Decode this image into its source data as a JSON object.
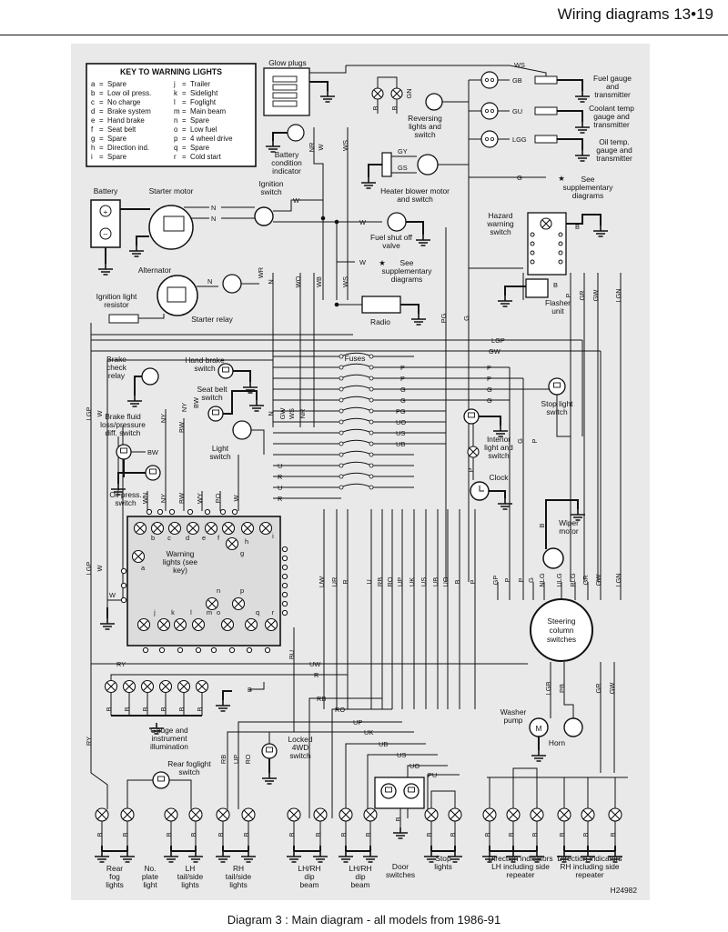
{
  "header": {
    "title": "Wiring diagrams",
    "page": "13•19"
  },
  "caption": "Diagram 3 : Main diagram - all models from 1986-91",
  "ref_code": "H24982",
  "key": {
    "title": "KEY TO WARNING LIGHTS",
    "left": [
      {
        "k": "a",
        "v": "Spare"
      },
      {
        "k": "b",
        "v": "Low oil press."
      },
      {
        "k": "c",
        "v": "No charge"
      },
      {
        "k": "d",
        "v": "Brake system"
      },
      {
        "k": "e",
        "v": "Hand brake"
      },
      {
        "k": "f",
        "v": "Seat belt"
      },
      {
        "k": "g",
        "v": "Spare"
      },
      {
        "k": "h",
        "v": "Direction ind."
      },
      {
        "k": "i",
        "v": "Spare"
      }
    ],
    "right": [
      {
        "k": "j",
        "v": "Trailer"
      },
      {
        "k": "k",
        "v": "Sidelight"
      },
      {
        "k": "l",
        "v": "Foglight"
      },
      {
        "k": "m",
        "v": "Main beam"
      },
      {
        "k": "n",
        "v": "Spare"
      },
      {
        "k": "o",
        "v": "Low fuel"
      },
      {
        "k": "p",
        "v": "4 wheel drive"
      },
      {
        "k": "q",
        "v": "Spare"
      },
      {
        "k": "r",
        "v": "Cold start"
      }
    ]
  },
  "components": {
    "glow_plugs": [
      "Glow plugs"
    ],
    "battery_cond": [
      "Battery",
      "condition",
      "indicator"
    ],
    "battery": [
      "Battery"
    ],
    "starter_motor": [
      "Starter motor"
    ],
    "ignition_switch": [
      "Ignition",
      "switch"
    ],
    "alternator": [
      "Alternator"
    ],
    "ign_resistor": [
      "Ignition light",
      "resistor"
    ],
    "starter_relay": [
      "Starter relay"
    ],
    "brake_relay": [
      "Brake",
      "check",
      "relay"
    ],
    "hand_brake": [
      "Hand brake",
      "switch"
    ],
    "seat_belt": [
      "Seat belt",
      "switch"
    ],
    "brake_fluid": [
      "Brake fluid",
      "loss/pressure",
      "diff. switch"
    ],
    "light_switch": [
      "Light",
      "switch"
    ],
    "oil_press": [
      "Oil press.",
      "switch"
    ],
    "warning_lights": [
      "Warning",
      "lights (see",
      "key)"
    ],
    "reversing": [
      "Reversing",
      "lights and",
      "switch"
    ],
    "heater_blower": [
      "Heater blower motor",
      "and switch"
    ],
    "fuel_shutoff": [
      "Fuel shut off",
      "valve"
    ],
    "see_supp": [
      "See",
      "supplementary",
      "diagrams"
    ],
    "radio": [
      "Radio"
    ],
    "fuses": [
      "Fuses"
    ],
    "fuel_gauge": [
      "Fuel gauge",
      "and",
      "transmitter"
    ],
    "coolant_gauge": [
      "Coolant temp",
      "gauge and",
      "transmitter"
    ],
    "oil_temp": [
      "Oil temp.",
      "gauge and",
      "transmitter"
    ],
    "hazard": [
      "Hazard",
      "warning",
      "switch"
    ],
    "flasher": [
      "Flasher",
      "unit"
    ],
    "stop_light_sw": [
      "Stop light",
      "switch"
    ],
    "interior": [
      "Interior",
      "light and",
      "switch"
    ],
    "clock": [
      "Clock"
    ],
    "wiper": [
      "Wiper",
      "motor"
    ],
    "steering": [
      "Steering",
      "column",
      "switches"
    ],
    "washer": [
      "Washer",
      "pump"
    ],
    "horn": [
      "Horn"
    ],
    "gauge_illum": [
      "Gauge and",
      "instrument",
      "illumination"
    ],
    "locked_4wd": [
      "Locked",
      "4WD",
      "switch"
    ],
    "rear_fog_sw": [
      "Rear foglight",
      "switch"
    ],
    "rear_fog": [
      "Rear",
      "fog",
      "lights"
    ],
    "no_plate": [
      "No.",
      "plate",
      "light"
    ],
    "lh_tail": [
      "LH",
      "tail/side",
      "lights"
    ],
    "rh_tail": [
      "RH",
      "tail/side",
      "lights"
    ],
    "lh_dip": [
      "LH/RH",
      "dip",
      "beam"
    ],
    "rh_dip": [
      "LH/RH",
      "dip",
      "beam"
    ],
    "door": [
      "Door",
      "switches"
    ],
    "stop_lights": [
      "Stop",
      "lights"
    ],
    "dir_lh": [
      "Direction indicators",
      "LH including side",
      "repeater"
    ],
    "dir_rh": [
      "Direction indicators",
      "RH including side",
      "repeater"
    ]
  },
  "warning_letters": [
    "a",
    "b",
    "c",
    "d",
    "e",
    "f",
    "g",
    "h",
    "i",
    "j",
    "k",
    "l",
    "m",
    "n",
    "o",
    "p",
    "q",
    "r"
  ],
  "wire_labels": {
    "WS": "WS",
    "GB": "GB",
    "GU": "GU",
    "LGG": "LGG",
    "G": "G",
    "GN": "GN",
    "GY": "GY",
    "GS": "GS",
    "N": "N",
    "NR": "NR",
    "W": "W",
    "WR": "WR",
    "WO": "WO",
    "WB": "WB",
    "LGP": "LGP",
    "GW": "GW",
    "P": "P",
    "PG": "PG",
    "UO": "UO",
    "US": "US",
    "UB": "UB",
    "U": "U",
    "R": "R",
    "RY": "RY",
    "UW": "UW",
    "RB": "RB",
    "RO": "RO",
    "UP": "UP",
    "UK": "UK",
    "PU": "PU",
    "B": "B",
    "BW": "BW",
    "NY": "NY",
    "WN": "WN",
    "PO": "PO",
    "WY": "WY",
    "BU": "BU",
    "LGN": "LGN",
    "GR": "GR",
    "NLG": "NLG",
    "ULG": "ULG",
    "RLG": "RLG",
    "GP": "GP",
    "UR": "UR",
    "RG": "RG",
    "UG": "UG",
    "LGB": "LGB",
    "PB": "PB"
  },
  "star": "★"
}
